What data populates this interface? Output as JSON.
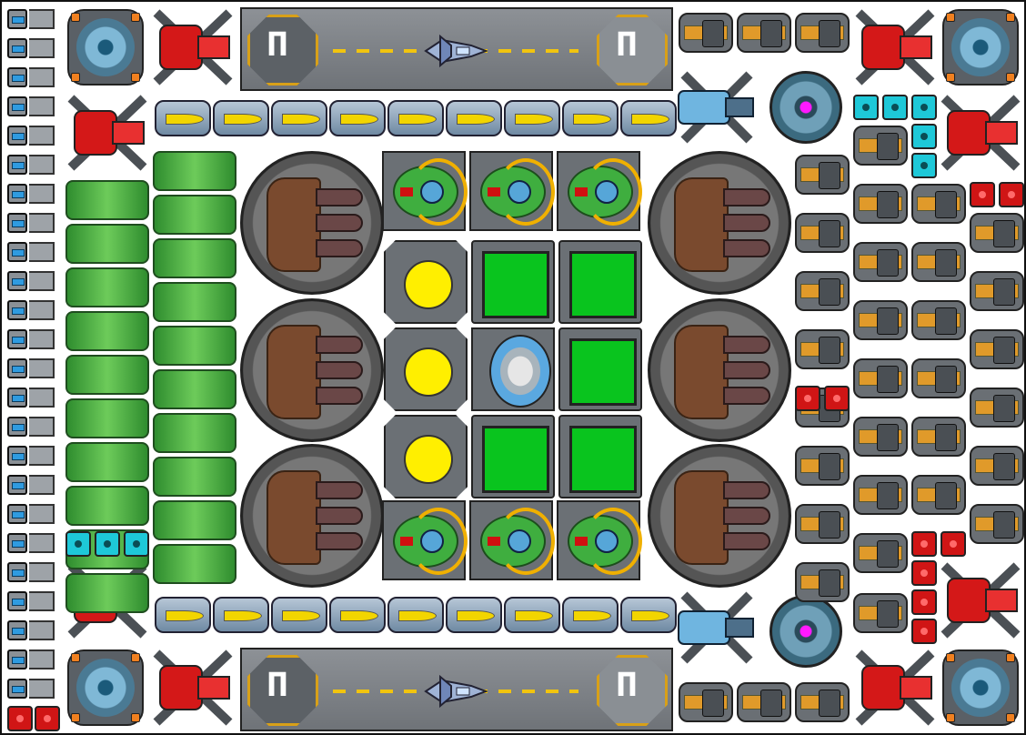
{
  "screen": {
    "name": "space-station-base-layout"
  },
  "colors": {
    "background": "#ffffff",
    "hull": "#6b7075",
    "battery_blue": "#2f9be0",
    "reactor_yellow": "#ffef00",
    "shield_green": "#09c41e",
    "weapon_red": "#d01515",
    "turret_orange": "#e09a2a",
    "coolant_cyan": "#1ec8d8",
    "core_magenta": "#ff19ff",
    "pad_marking": "#d8a018"
  },
  "icons": [
    "battery-icon",
    "fan-icon",
    "red-cannon-icon",
    "launch-pad-icon",
    "fighter-ship-icon",
    "missile-icon",
    "green-tank-icon",
    "reactor-icon",
    "yellow-orb-icon",
    "shield-block-icon",
    "green-fighter-icon",
    "orange-turret-icon",
    "red-block-icon",
    "cyan-block-icon",
    "blue-cannon-icon",
    "magenta-core-icon",
    "dome-icon"
  ],
  "launch_pads": {
    "top": {
      "left_sign": "Π",
      "right_sign": "Π"
    },
    "bottom": {
      "left_sign": "Π",
      "right_sign": "Π"
    }
  }
}
